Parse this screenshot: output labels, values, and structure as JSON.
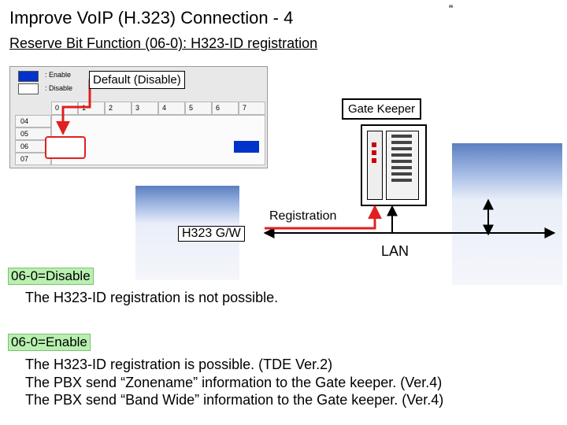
{
  "title": "Improve VoIP (H.323) Connection - 4",
  "corner_mark": "“",
  "subtitle": "Reserve Bit Function (06-0): H323-ID registration",
  "grid": {
    "legend": [
      {
        "label": ": Enable",
        "color": "#0033cc"
      },
      {
        "label": ": Disable",
        "color": "#ffffff"
      }
    ],
    "columns": [
      "0",
      "1",
      "2",
      "3",
      "4",
      "5",
      "6",
      "7"
    ],
    "rows": [
      "04",
      "05",
      "06",
      "07"
    ]
  },
  "callouts": {
    "default": "Default (Disable)",
    "gatekeeper": "Gate Keeper",
    "registration": "Registration",
    "h323gw": "H323 G/W",
    "lan": "LAN"
  },
  "sections": [
    {
      "label": "06-0=Disable",
      "lines": [
        "The H323-ID registration is not possible."
      ]
    },
    {
      "label": "06-0=Enable",
      "lines": [
        "The H323-ID registration is possible. (TDE Ver.2)",
        "The PBX send “Zonename” information to the Gate keeper. (Ver.4)",
        "The PBX send “Band Wide” information to the Gate keeper. (Ver.4)"
      ]
    }
  ],
  "colors": {
    "accent_red": "#e02020",
    "enable_blue": "#0033cc",
    "label_green": "#b9f0b0"
  }
}
